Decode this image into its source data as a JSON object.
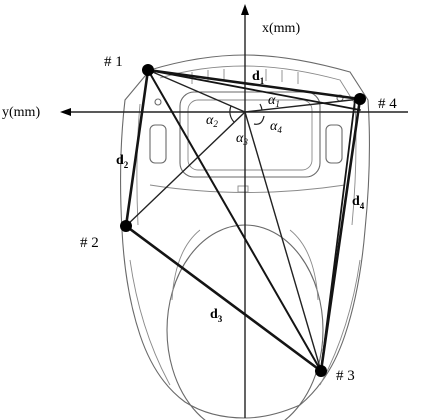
{
  "diagram": {
    "axes": {
      "x_label": "x(mm)",
      "y_label": "y(mm)"
    },
    "points": [
      {
        "id": "p1",
        "label": "# 1"
      },
      {
        "id": "p2",
        "label": "# 2"
      },
      {
        "id": "p3",
        "label": "# 3"
      },
      {
        "id": "p4",
        "label": "# 4"
      }
    ],
    "distances": [
      {
        "id": "d1",
        "base": "d",
        "sub": "1"
      },
      {
        "id": "d2",
        "base": "d",
        "sub": "2"
      },
      {
        "id": "d3",
        "base": "d",
        "sub": "3"
      },
      {
        "id": "d4",
        "base": "d",
        "sub": "4"
      }
    ],
    "angles": [
      {
        "id": "a1",
        "base": "α",
        "sub": "1"
      },
      {
        "id": "a2",
        "base": "α",
        "sub": "2"
      },
      {
        "id": "a3",
        "base": "α",
        "sub": "3"
      },
      {
        "id": "a4",
        "base": "α",
        "sub": "4"
      }
    ],
    "colors": {
      "line": "#141414",
      "vehicle": "#6a6a6a",
      "background": "#ffffff"
    }
  }
}
